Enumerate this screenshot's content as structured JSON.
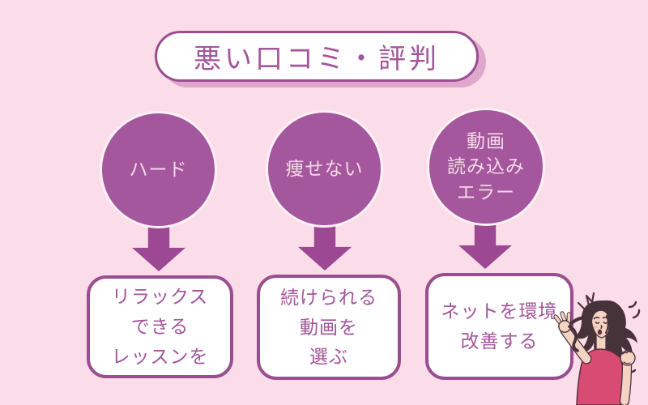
{
  "title": "悪い口コミ・評判",
  "columns": [
    {
      "problem": "ハード",
      "solution": "リラックス\nできる\nレッスンを"
    },
    {
      "problem": "痩せない",
      "solution": "続けられる\n動画を\n選ぶ"
    },
    {
      "problem": "動画\n読み込み\nエラー",
      "solution": "ネットを環境\n改善する"
    }
  ],
  "illustration": "stressed-woman",
  "colors": {
    "background": "#fbdde9",
    "border_purple": "#9a4e91",
    "text_purple": "#a3569b",
    "circle_fill": "#a4579c",
    "circle_text": "#f4d9e8",
    "arrow": "#9c4892",
    "pill_shadow": "#dfa7cb",
    "dress": "#d84b72",
    "hair": "#463239",
    "skin": "#f4d3c2"
  }
}
